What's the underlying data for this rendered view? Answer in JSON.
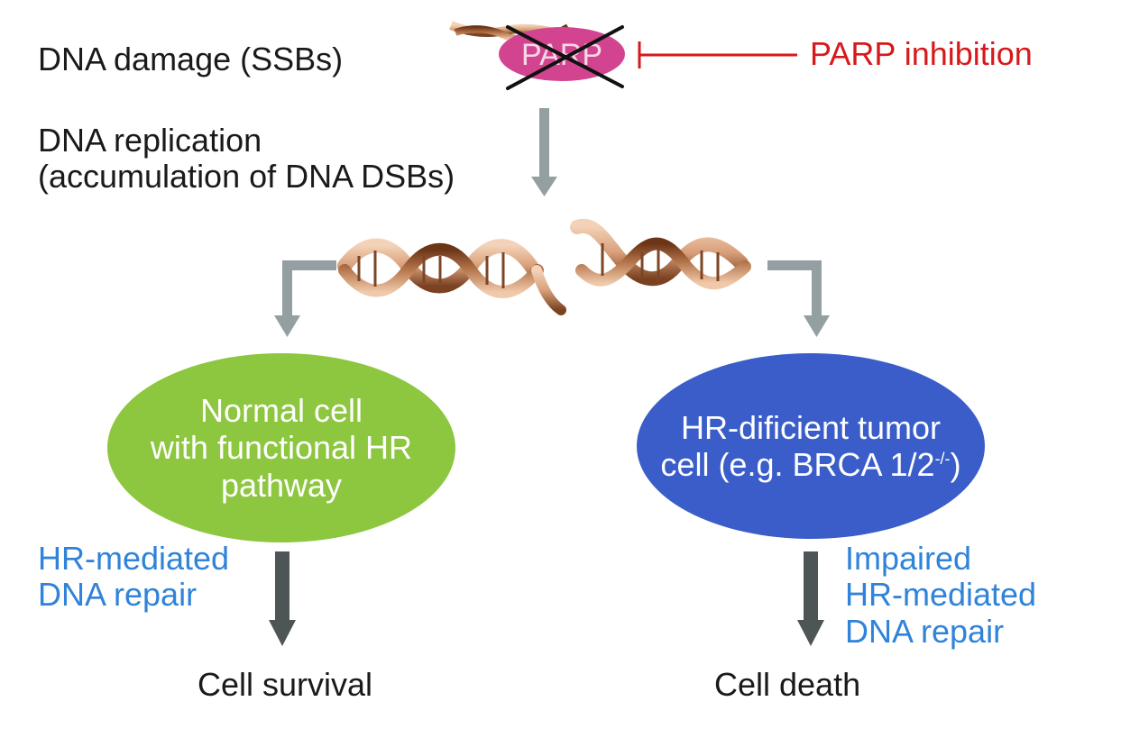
{
  "labels": {
    "dna_damage": "DNA damage (SSBs)",
    "parp_inhibition": "PARP inhibition",
    "parp": "PARP",
    "dna_replication_1": "DNA replication",
    "dna_replication_2": "(accumulation of DNA DSBs)",
    "normal_cell_1": "Normal cell",
    "normal_cell_2": "with functional HR",
    "normal_cell_3": "pathway",
    "tumor_cell_1": "HR-dificient tumor",
    "tumor_cell_2": "cell (e.g. BRCA 1/2",
    "tumor_cell_sup": "-/-",
    "tumor_cell_close": ")",
    "hr_repair_1": "HR-mediated",
    "hr_repair_2": "DNA repair",
    "impaired_1": "Impaired",
    "impaired_2": "HR-mediated",
    "impaired_3": "DNA repair",
    "cell_survival": "Cell survival",
    "cell_death": "Cell death"
  },
  "colors": {
    "text": "#1a1a1a",
    "inhibition_red": "#d7191c",
    "repair_blue": "#2f83d9",
    "parp_magenta": "#d2448f",
    "normal_green": "#8dc63f",
    "tumor_blue": "#3a5dc9",
    "arrow_gray": "#939fa0",
    "arrow_dark": "#4d5556",
    "dna_light": "#ddaa86",
    "dna_dark": "#8a4f2a"
  },
  "icons": [
    "dna-helix-icon",
    "parp-enzyme-icon",
    "cross-out-icon",
    "inhibition-tbar-icon"
  ]
}
